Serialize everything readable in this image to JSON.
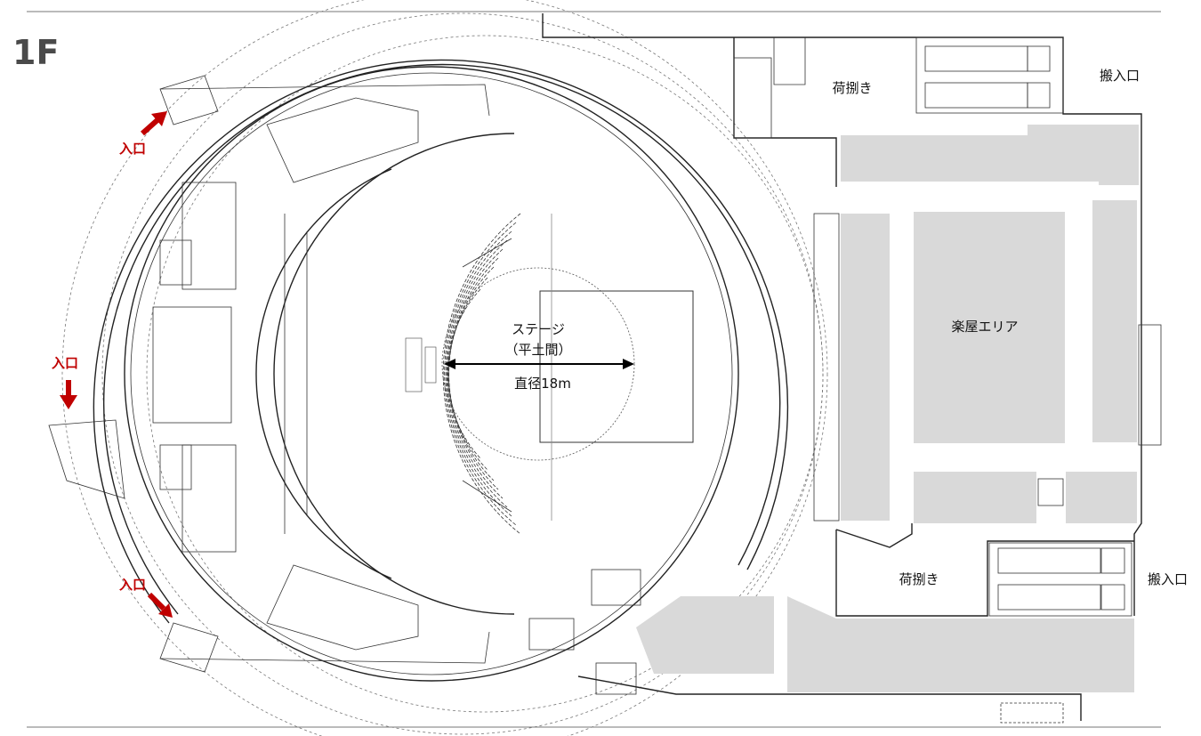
{
  "floor_label": "1F",
  "stage": {
    "name": "ステージ",
    "subtitle": "（平土間）",
    "diameter": "直径18m"
  },
  "rooms": {
    "dressing_area": "楽屋エリア",
    "loading_top": "荷捌き",
    "loading_bottom": "荷捌き",
    "delivery_top": "搬入口",
    "delivery_bottom": "搬入口"
  },
  "entrances": [
    {
      "label": "入口"
    },
    {
      "label": "入口"
    },
    {
      "label": "入口"
    }
  ],
  "colors": {
    "entrance_red": "#c00000",
    "shaded_area": "#d9d9d9",
    "line": "#222222"
  }
}
